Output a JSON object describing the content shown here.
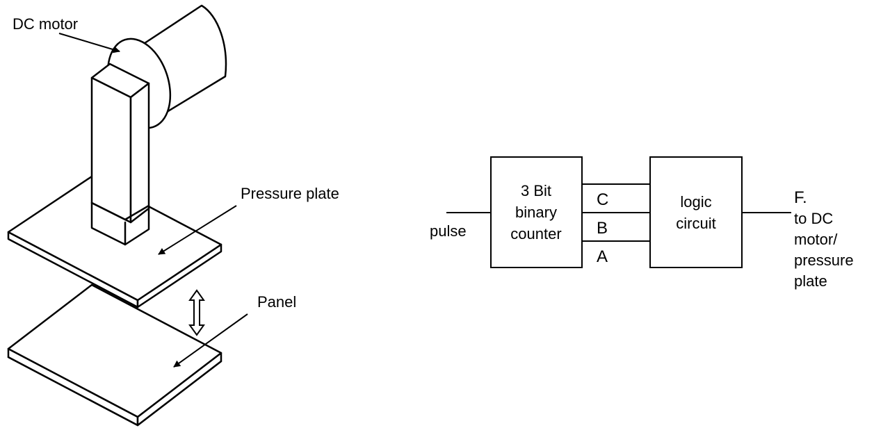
{
  "mechanism": {
    "dc_motor_label": "DC motor",
    "pressure_plate_label": "Pressure plate",
    "panel_label": "Panel"
  },
  "circuit": {
    "input_label": "pulse",
    "counter_lines": [
      "3 Bit",
      "binary",
      "counter"
    ],
    "bit_labels": [
      "C",
      "B",
      "A"
    ],
    "logic_lines": [
      "logic",
      "circuit"
    ],
    "output_label": "F.",
    "output_note_lines": [
      "to DC",
      "motor/",
      "pressure",
      "plate"
    ]
  }
}
